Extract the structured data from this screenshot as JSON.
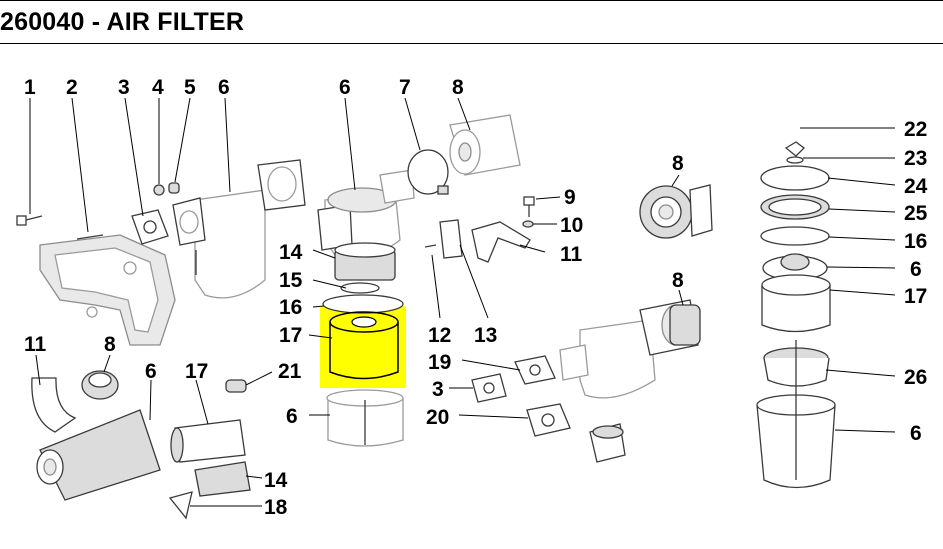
{
  "page": {
    "title": "260040 - AIR FILTER"
  },
  "highlight_color": "#ffff00",
  "callouts": {
    "c1": "1",
    "c2": "2",
    "c3a": "3",
    "c4": "4",
    "c5": "5",
    "c6a": "6",
    "c6b": "6",
    "c7": "7",
    "c8a": "8",
    "c8b": "8",
    "c9": "9",
    "c10": "10",
    "c11a": "11",
    "c22": "22",
    "c23": "23",
    "c24": "24",
    "c25": "25",
    "c16a": "16",
    "c6c": "6",
    "c17a": "17",
    "c26": "26",
    "c6d": "6",
    "c14a": "14",
    "c15": "15",
    "c16b": "16",
    "c17b": "17",
    "c6e": "6",
    "c12": "12",
    "c13": "13",
    "c19": "19",
    "c3b": "3",
    "c20": "20",
    "c8c": "8",
    "c11b": "11",
    "c8d": "8",
    "c6f": "6",
    "c17c": "17",
    "c21": "21",
    "c14b": "14",
    "c18": "18"
  }
}
